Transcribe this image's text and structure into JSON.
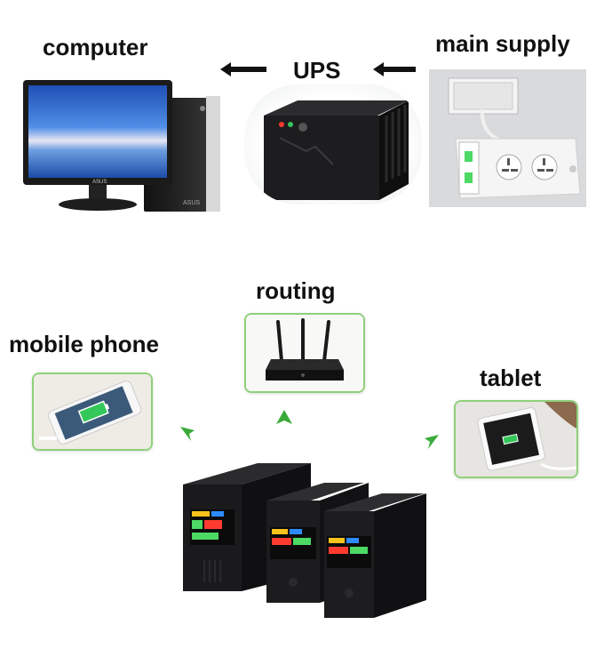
{
  "top_row": {
    "computer_label": "computer",
    "ups_label": "UPS",
    "main_supply_label": "main supply",
    "monitor_brand": "ASUS",
    "tower_brand": "ASUS"
  },
  "bottom_row": {
    "routing_label": "routing",
    "mobile_phone_label": "mobile phone",
    "tablet_label": "tablet"
  },
  "colors": {
    "frame_green": "#8fd07a",
    "arrow_green": "#3aaa3a",
    "ups_black": "#1d1d1f",
    "screen_blue": "#2b6fd6"
  }
}
